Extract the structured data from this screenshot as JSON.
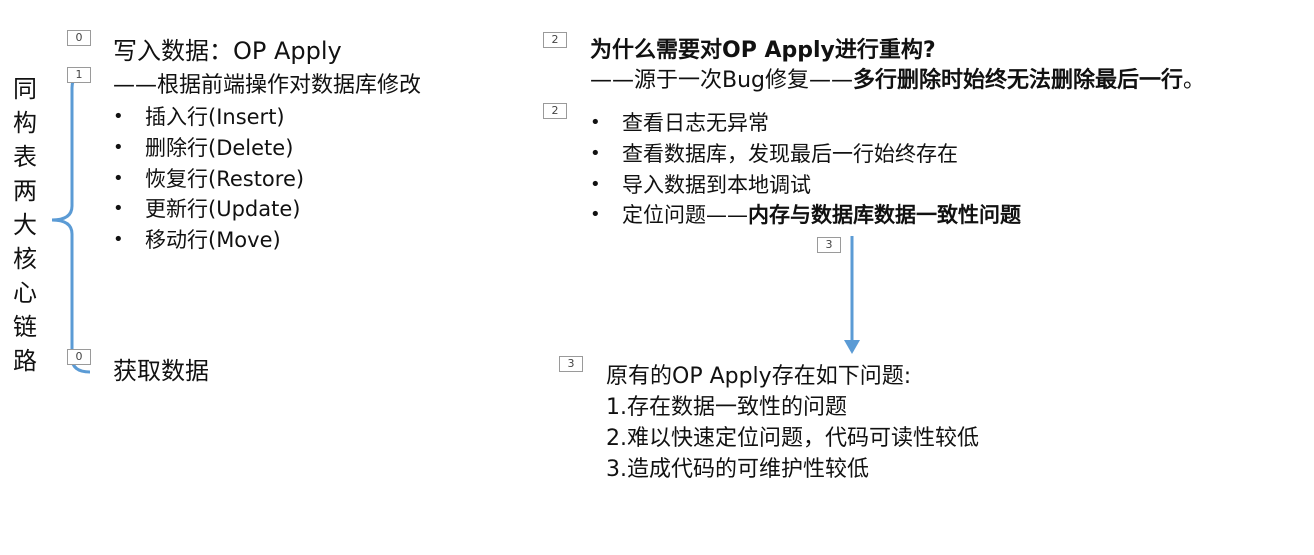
{
  "left_vertical_label": "同构表两大核心链路",
  "tags": {
    "write": "0",
    "write_desc": "1",
    "fetch": "0",
    "question": "2",
    "checks": "2",
    "arrow": "3",
    "result": "3"
  },
  "write": {
    "title": "写入数据：OP Apply",
    "desc": "——根据前端操作对数据库修改",
    "items": [
      "插入行(Insert)",
      "删除行(Delete)",
      "恢复行(Restore)",
      "更新行(Update)",
      "移动行(Move)"
    ]
  },
  "fetch": {
    "title": "获取数据"
  },
  "question": {
    "title": "为什么需要对OP Apply进行重构?",
    "subtitle_prefix": "——源于一次Bug修复——",
    "subtitle_bold": "多行删除时始终无法删除最后一行",
    "subtitle_suffix": "。"
  },
  "checks": {
    "items": [
      "查看日志无异常",
      "查看数据库，发现最后一行始终存在",
      "导入数据到本地调试"
    ],
    "last_prefix": "定位问题——",
    "last_bold": "内存与数据库数据一致性问题"
  },
  "result": {
    "title": "原有的OP Apply存在如下问题:",
    "items": [
      "1.存在数据一致性的问题",
      "2.难以快速定位问题，代码可读性较低",
      "3.造成代码的可维护性较低"
    ]
  },
  "colors": {
    "accent": "#5b9bd5",
    "text": "#111111",
    "tag_border": "#9a9a9a"
  }
}
